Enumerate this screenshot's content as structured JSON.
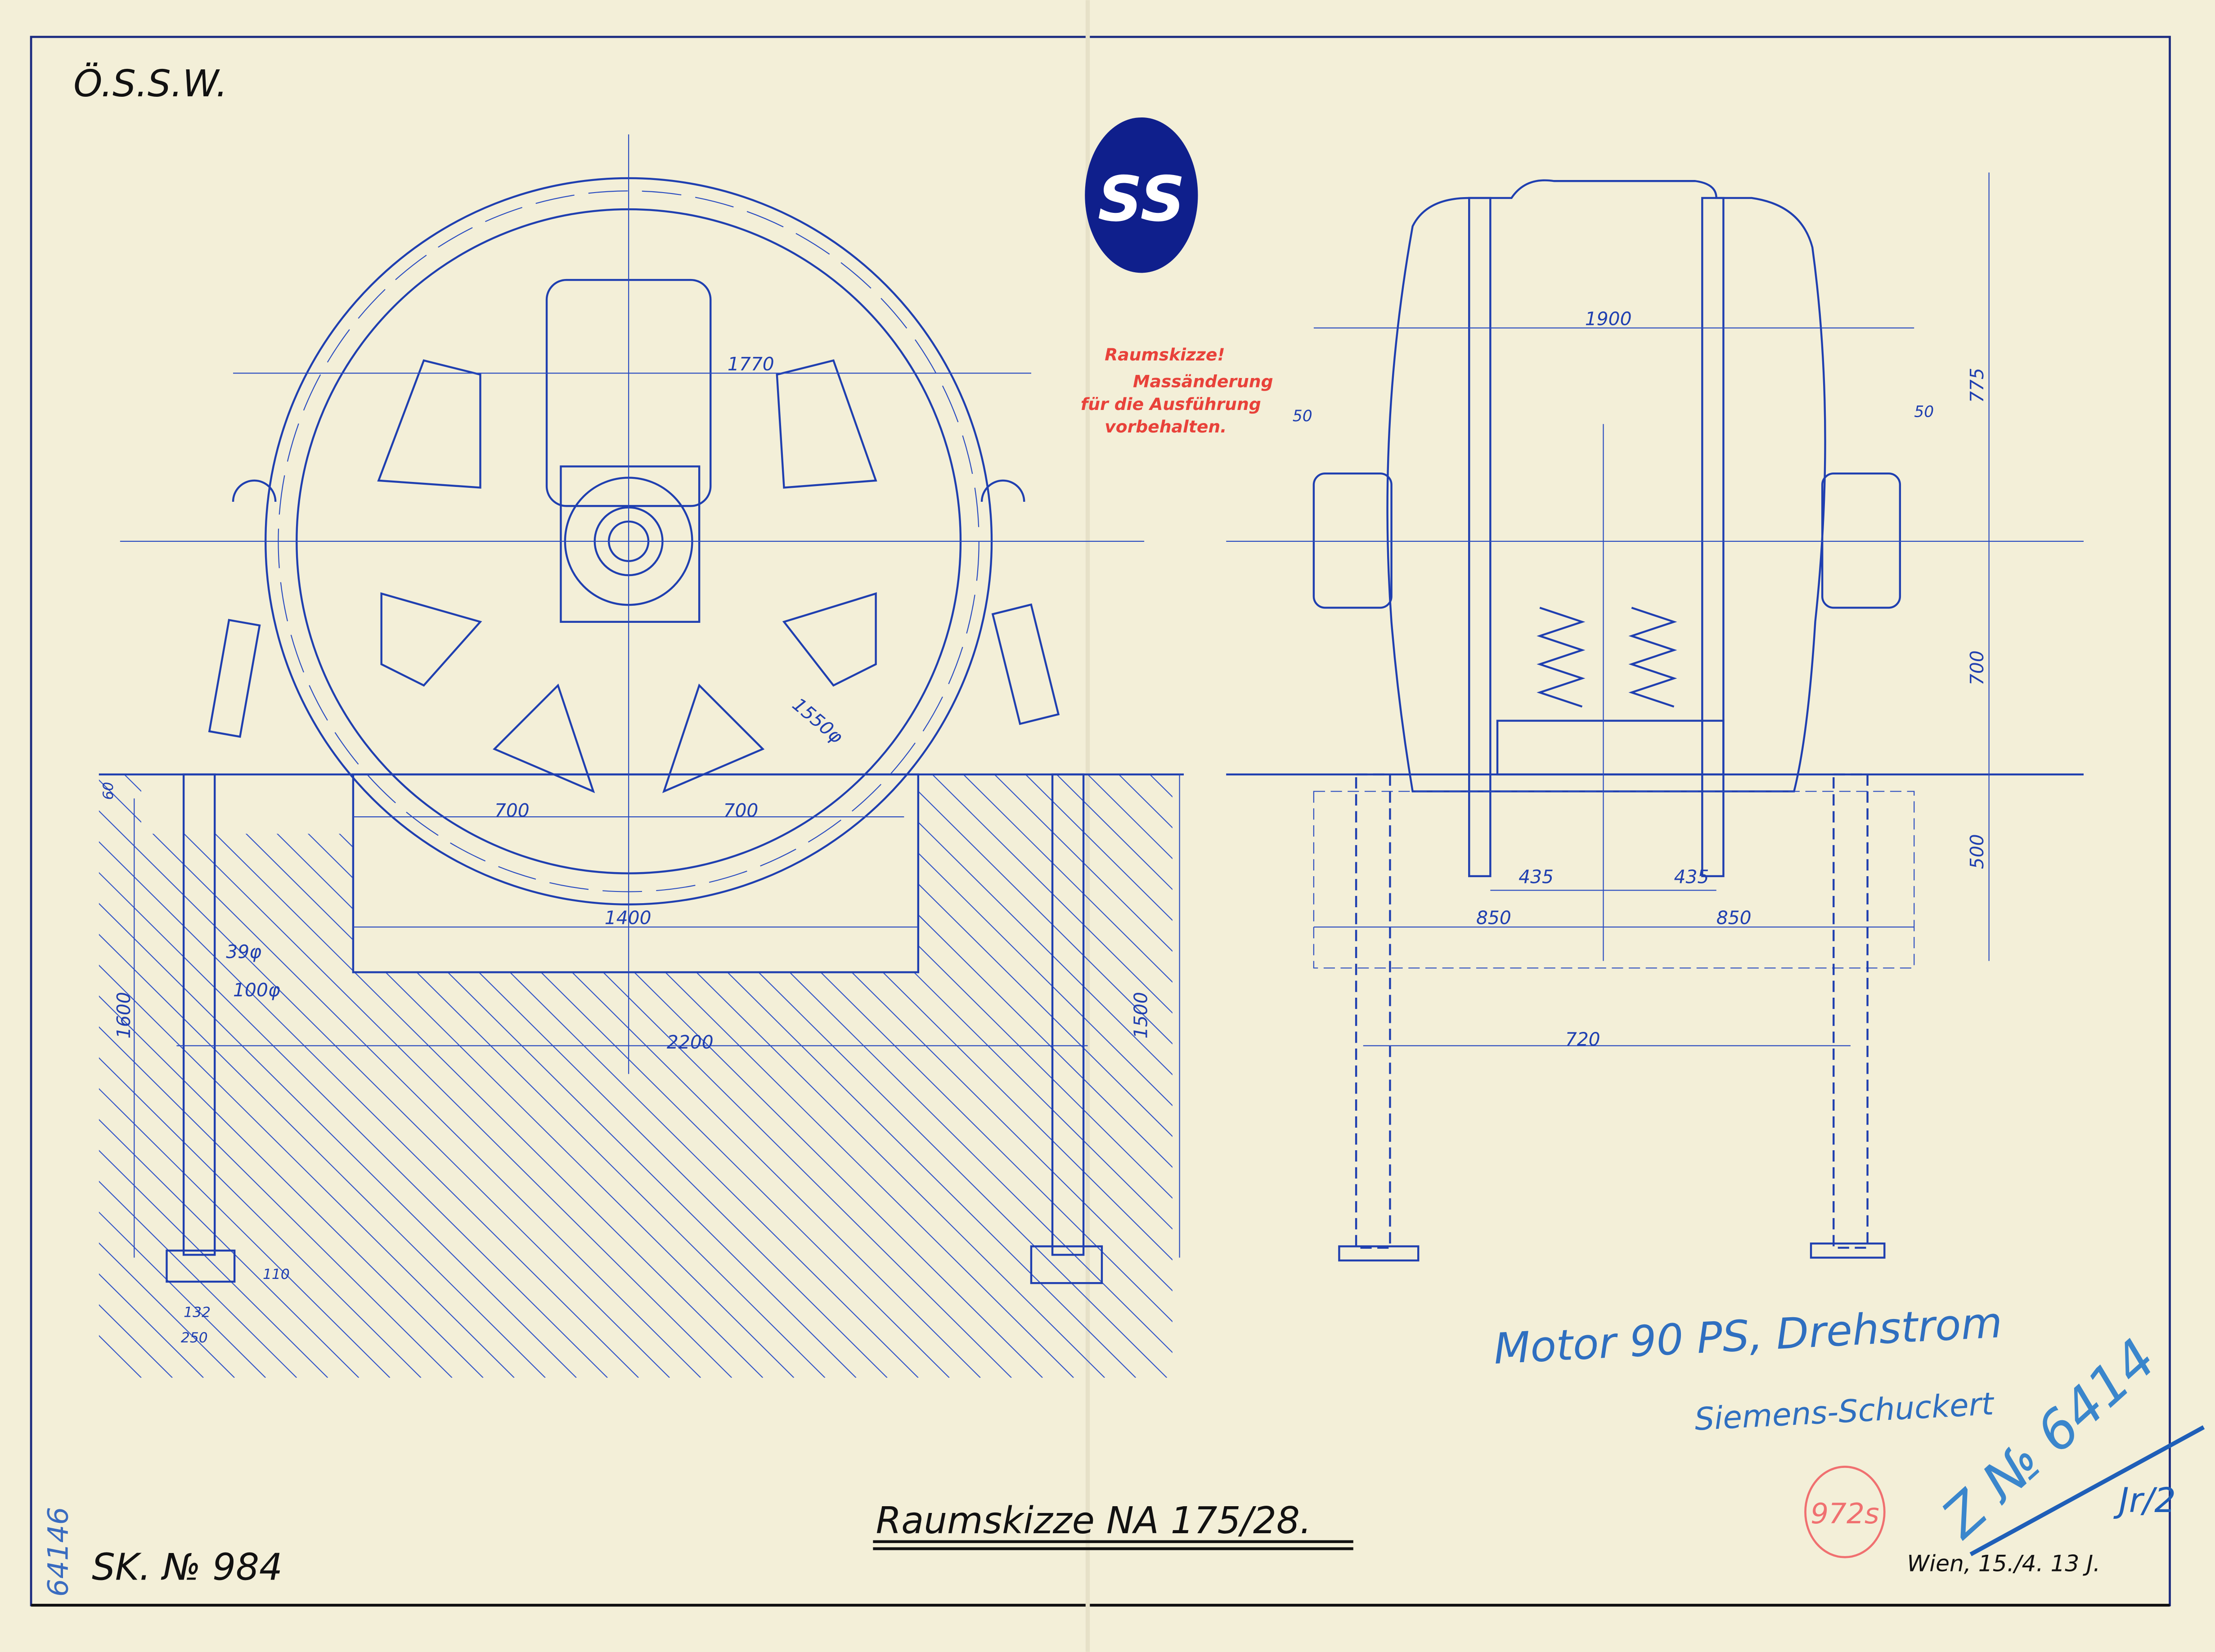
{
  "sheet": {
    "corner_mark": "Ö.S.S.W.",
    "logo_text": "SS",
    "title": "Raumskizze NA 175/28.",
    "sketch_number": "SK. № 984",
    "side_pencil_number": "64146",
    "stamp_red": [
      "Raumskizze!",
      "Massänderung",
      "für die Ausführung",
      "vorbehalten."
    ],
    "motor_note": [
      "Motor 90 PS, Drehstrom",
      "Siemens-Schuckert"
    ],
    "blue_number": "Z № 6414",
    "red_circle_stamp": "972s",
    "signature_date": "Wien, 15./4. 13 J.",
    "initials": "Jr/2",
    "colors": {
      "paper": "#f3efd8",
      "ink": "#1f3fb0",
      "stamp": "#e8423a",
      "pencil": "#2f6fc0"
    }
  },
  "front_view_dims": {
    "d1770": "1770",
    "d1550": "1550φ",
    "d700a": "700",
    "d700b": "700",
    "d1400": "1400",
    "d2200": "2200",
    "d1600": "1600",
    "d1500": "1500",
    "d39": "39φ",
    "d100": "100φ",
    "d60": "60",
    "d110": "110",
    "d132": "132",
    "d250": "250"
  },
  "side_view_dims": {
    "d1900": "1900",
    "d50a": "50",
    "d50b": "50",
    "d775": "775",
    "d700": "700",
    "d500": "500",
    "d435a": "435",
    "d435b": "435",
    "d850a": "850",
    "d850b": "850",
    "d720": "720"
  }
}
